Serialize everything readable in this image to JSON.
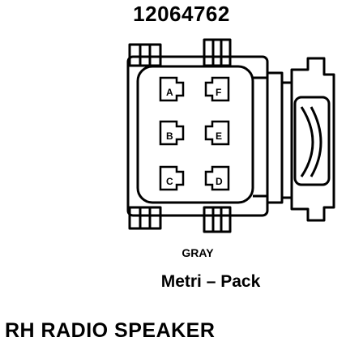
{
  "connector": {
    "part_number": "12064762",
    "color": "GRAY",
    "family": "Metri – Pack",
    "cavities": [
      {
        "label": "A"
      },
      {
        "label": "B"
      },
      {
        "label": "C"
      },
      {
        "label": "F"
      },
      {
        "label": "E"
      },
      {
        "label": "D"
      }
    ]
  },
  "caption": "RH RADIO SPEAKER"
}
